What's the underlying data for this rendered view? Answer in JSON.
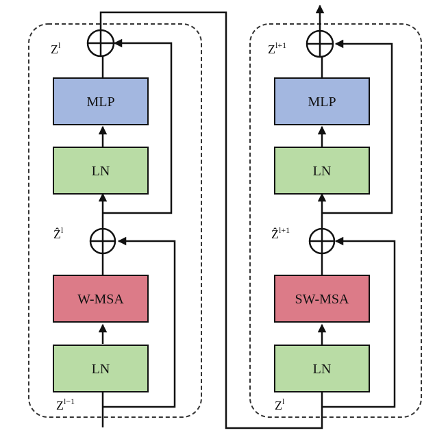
{
  "colors": {
    "mlp": "#a3b7e0",
    "ln": "#b9dca5",
    "msa": "#dc7b88",
    "line": "#111111"
  },
  "left_block": {
    "labels": {
      "z_out_base": "Z",
      "z_out_sup": "l",
      "z_hat_base": "Ẑ",
      "z_hat_sup": "l",
      "z_in_base": "Z",
      "z_in_sup": "l−1"
    },
    "mlp": "MLP",
    "ln_top": "LN",
    "msa": "W-MSA",
    "ln_bottom": "LN"
  },
  "right_block": {
    "labels": {
      "z_out_base": "Z",
      "z_out_sup": "l+1",
      "z_hat_base": "Ẑ",
      "z_hat_sup": "l+1",
      "z_in_base": "Z",
      "z_in_sup": "l"
    },
    "mlp": "MLP",
    "ln_top": "LN",
    "msa": "SW-MSA",
    "ln_bottom": "LN"
  }
}
